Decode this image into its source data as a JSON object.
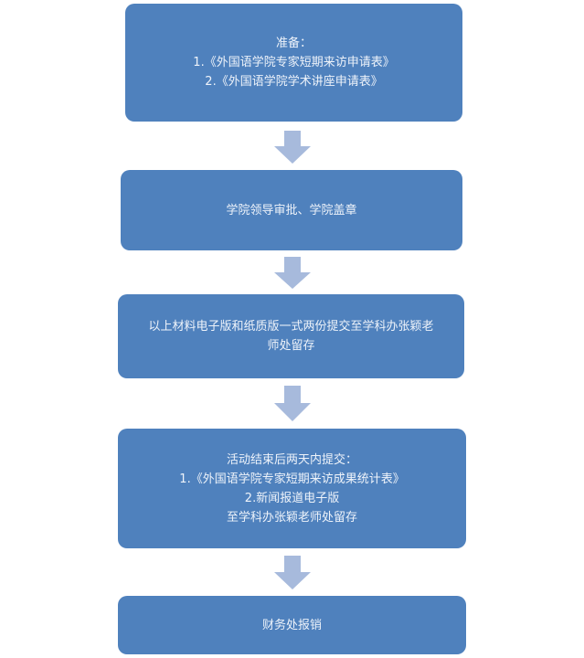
{
  "steps": [
    {
      "lines": [
        "准备：",
        "1.《外国语学院专家短期来访申请表》",
        "2.《外国语学院学术讲座申请表》"
      ]
    },
    {
      "lines": [
        "学院领导审批、学院盖章"
      ]
    },
    {
      "lines": [
        "以上材料电子版和纸质版一式两份提交至学科办张颖老",
        "师处留存"
      ]
    },
    {
      "lines": [
        "活动结束后两天内提交：",
        "1.《外国语学院专家短期来访成果统计表》",
        "2.新闻报道电子版",
        "至学科办张颖老师处留存"
      ]
    },
    {
      "lines": [
        "财务处报销"
      ]
    }
  ],
  "colors": {
    "box": "#4f81bd",
    "arrow": "#a7badc",
    "text": "#eef3fa"
  }
}
